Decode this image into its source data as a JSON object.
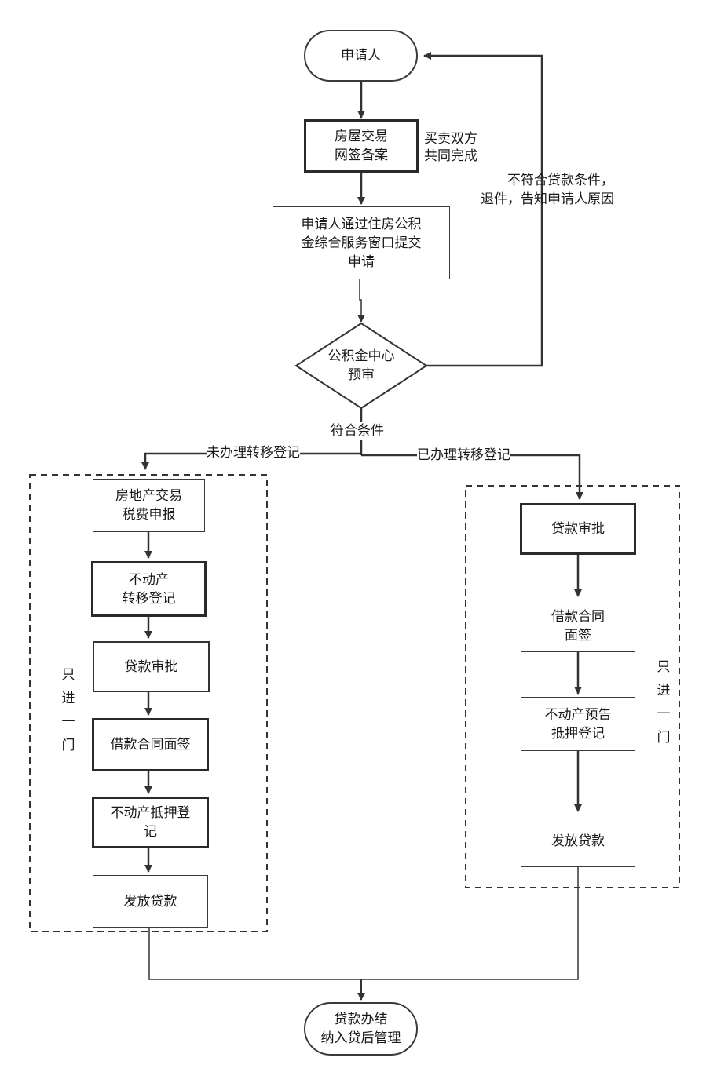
{
  "nodes": {
    "applicant": "申请人",
    "filing": [
      "房屋交易",
      "网签备案"
    ],
    "submit": [
      "申请人通过住房公积",
      "金综合服务窗口提交",
      "申请"
    ],
    "pretrial": [
      "公积金中心",
      "预审"
    ],
    "left": {
      "tax": [
        "房地产交易",
        "税费申报"
      ],
      "transfer": [
        "不动产",
        "转移登记"
      ],
      "approval": "贷款审批",
      "contract": "借款合同面签",
      "mortgage": [
        "不动产抵押登",
        "记"
      ],
      "release": "发放贷款"
    },
    "right": {
      "approval": "贷款审批",
      "contract": [
        "借款合同",
        "面签"
      ],
      "presale": [
        "不动产预告",
        "抵押登记"
      ],
      "release": "发放贷款"
    },
    "end": [
      "贷款办结",
      "纳入贷后管理"
    ]
  },
  "labels": {
    "both_parties": [
      "买卖双方",
      "共同完成"
    ],
    "reject": [
      "不符合贷款条件，",
      "退件，告知申请人原因"
    ],
    "qualified": "符合条件",
    "not_transferred": "未办理转移登记",
    "transferred": "已办理转移登记",
    "left_group": [
      "只",
      "进",
      "一",
      "门"
    ],
    "right_group": [
      "只",
      "进",
      "一",
      "门"
    ]
  }
}
